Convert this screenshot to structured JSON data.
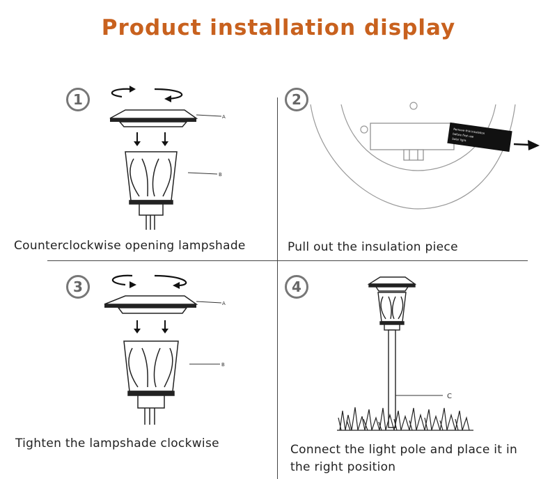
{
  "title": "Product installation display",
  "accent_color": "#c8611e",
  "steps": [
    {
      "badge": "1",
      "caption": "Counterclockwise opening lampshade",
      "parts": [
        "A",
        "B"
      ]
    },
    {
      "badge": "2",
      "caption": "Pull out the insulation piece"
    },
    {
      "badge": "3",
      "caption": "Tighten the lampshade clockwise",
      "parts": [
        "A",
        "B"
      ]
    },
    {
      "badge": "4",
      "caption_line1": "Connect the light pole and place it in",
      "caption_line2": "the right position",
      "parts": [
        "C"
      ]
    }
  ]
}
